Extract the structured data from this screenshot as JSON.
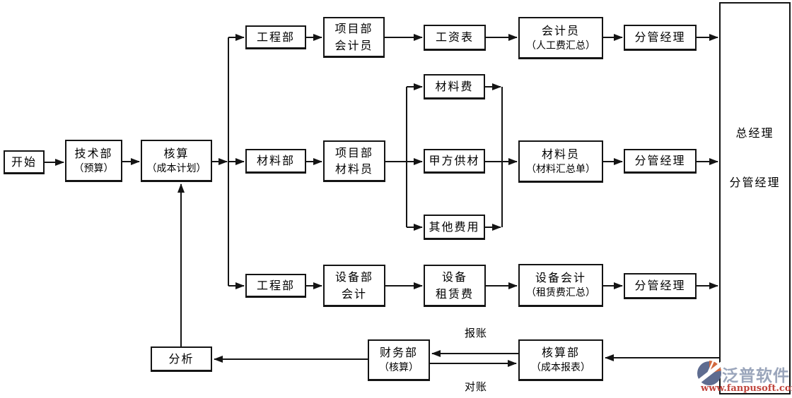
{
  "diagram": {
    "title": "cost-accounting-flowchart",
    "nodes": {
      "start": {
        "line1": "开始"
      },
      "tech_dept": {
        "line1": "技术部",
        "line2": "（预算）"
      },
      "costing": {
        "line1": "核算",
        "line2": "（成本计划）"
      },
      "eng_dept_top": {
        "line1": "工程部"
      },
      "proj_accountant": {
        "line1": "项目部",
        "line2": "会计员"
      },
      "payroll": {
        "line1": "工资表"
      },
      "accountant_labor": {
        "line1": "会计员",
        "line2": "（人工费汇总）"
      },
      "manager_top": {
        "line1": "分管经理"
      },
      "material_dept": {
        "line1": "材料部"
      },
      "proj_material_clerk": {
        "line1": "项目部",
        "line2": "材料员"
      },
      "material_fee": {
        "line1": "材料费"
      },
      "owner_supplied": {
        "line1": "甲方供材"
      },
      "other_fee": {
        "line1": "其他费用"
      },
      "material_clerk_summary": {
        "line1": "材料员",
        "line2": "（材料汇总单）"
      },
      "manager_mid": {
        "line1": "分管经理"
      },
      "eng_dept_bottom": {
        "line1": "工程部"
      },
      "equip_accountant": {
        "line1": "设备部",
        "line2": "会计"
      },
      "equip_rental_fee": {
        "line1": "设备",
        "line2": "租赁费"
      },
      "equip_acct_summary": {
        "line1": "设备会计",
        "line2": "（租赁费汇总）"
      },
      "manager_bottom": {
        "line1": "分管经理"
      },
      "executives": {
        "line1": "总经理",
        "line2": "分管经理"
      },
      "analysis": {
        "line1": "分析"
      },
      "finance_dept": {
        "line1": "财务部",
        "line2": "（核算）"
      },
      "costing_dept": {
        "line1": "核算部",
        "line2": "（成本报表）"
      }
    },
    "edge_labels": {
      "report": "报账",
      "reconcile": "对账"
    },
    "colors": {
      "line": "#141414",
      "watermark_brand": "#9aa5bb",
      "watermark_url": "#c0443c",
      "logo_slate": "#5e6c90",
      "logo_orange": "#d2693e"
    },
    "watermark": {
      "brand": "泛普软件",
      "url": "www.fanpusoft.com"
    }
  }
}
